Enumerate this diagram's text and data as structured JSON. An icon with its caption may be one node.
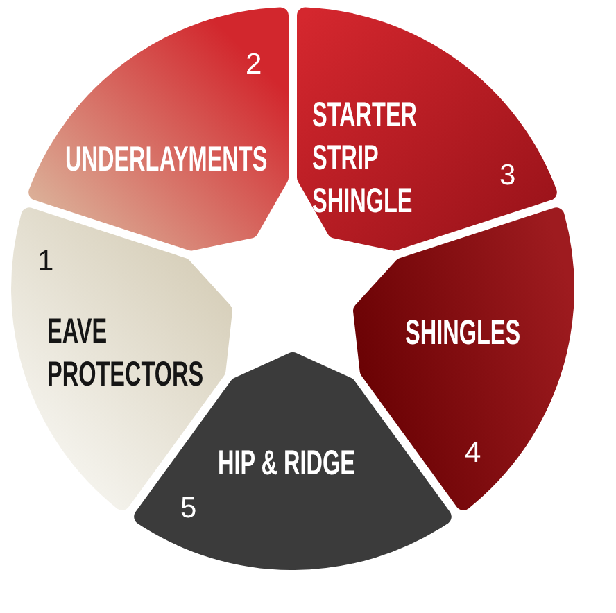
{
  "diagram": {
    "nodes": [
      {
        "text": [
          "1",
          "EAVE PROTECTORS"
        ]
      },
      {
        "text": [
          "2",
          "UNDERLAYMENTS"
        ]
      },
      {
        "text": [
          "STARTER STRIP SHINGLE",
          "3"
        ]
      },
      {
        "text": [
          "SHINGLES",
          "4"
        ]
      },
      {
        "text": [
          "HIP & RIDGE",
          "5"
        ]
      }
    ]
  }
}
